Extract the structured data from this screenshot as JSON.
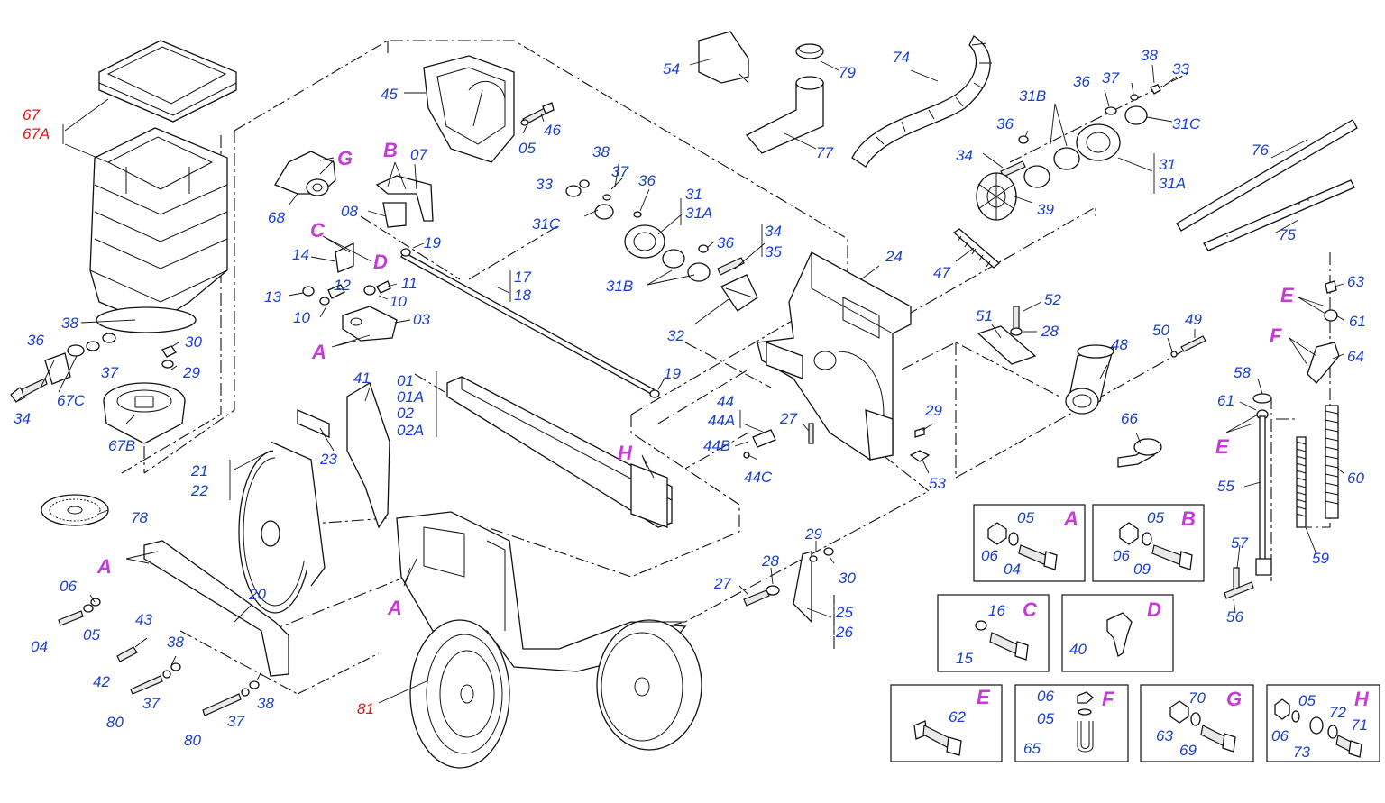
{
  "diagram": {
    "part_labels": {
      "p67": "67",
      "p67A": "67A",
      "p38a": "38",
      "p36a": "36",
      "p37a": "37",
      "p67C": "67C",
      "p34a": "34",
      "p67B": "67B",
      "p30a": "30",
      "p29a": "29",
      "p78": "78",
      "p68": "68",
      "pG": "G",
      "pB": "B",
      "p07": "07",
      "p08": "08",
      "p45": "45",
      "p05a": "05",
      "p46": "46",
      "p54": "54",
      "p79": "79",
      "p77": "77",
      "p74": "74",
      "pC": "C",
      "p14": "14",
      "pD": "D",
      "p19a": "19",
      "p13": "13",
      "p12": "12",
      "p11": "11",
      "p10a": "10",
      "p10b": "10",
      "p03": "03",
      "pA1": "A",
      "p17": "17",
      "p18": "18",
      "p19b": "19",
      "p41": "41",
      "p01": "01",
      "p01A": "01A",
      "p02": "02",
      "p02A": "02A",
      "p23": "23",
      "p21": "21",
      "p22": "22",
      "pA2": "A",
      "p20": "20",
      "p06a": "06",
      "p04a": "04",
      "p05b": "05",
      "p43": "43",
      "p42": "42",
      "p38b": "38",
      "p37b": "37",
      "p80a": "80",
      "p80b": "80",
      "p37c": "37",
      "p38c": "38",
      "pA3": "A",
      "p81": "81",
      "pH": "H",
      "p38d": "38",
      "p37d": "37",
      "p33a": "33",
      "p36b": "36",
      "p31a": "31",
      "p31Aa": "31A",
      "p31Ca": "31C",
      "p31Ba": "31B",
      "p36c": "36",
      "p34b": "34",
      "p35": "35",
      "p32": "32",
      "p44": "44",
      "p44A": "44A",
      "p44B": "44B",
      "p44C": "44C",
      "p27a": "27",
      "p29b": "29",
      "p53": "53",
      "p24": "24",
      "p47": "47",
      "p51": "51",
      "p52": "52",
      "p28a": "28",
      "p31Bb": "31B",
      "p36d": "36",
      "p37e": "37",
      "p38e": "38",
      "p33b": "33",
      "p31Cb": "31C",
      "p36e": "36",
      "p34c": "34",
      "p39": "39",
      "p31b": "31",
      "p31Ab": "31A",
      "p76": "76",
      "p75": "75",
      "p48": "48",
      "p50": "50",
      "p49": "49",
      "p66": "66",
      "p29c": "29",
      "p30b": "30",
      "p28b": "28",
      "p27b": "27",
      "p25": "25",
      "p26": "26",
      "pE1": "E",
      "p63a": "63",
      "p61a": "61",
      "pF1": "F",
      "p64": "64",
      "p58": "58",
      "p61b": "61",
      "pE2": "E",
      "p55": "55",
      "p60": "60",
      "p59": "59",
      "p57": "57",
      "p56": "56"
    },
    "detail_boxes": {
      "A": {
        "letter": "A",
        "labels": [
          "05",
          "06",
          "04"
        ]
      },
      "B": {
        "letter": "B",
        "labels": [
          "05",
          "06",
          "09"
        ]
      },
      "C": {
        "letter": "C",
        "labels": [
          "16",
          "15"
        ]
      },
      "D": {
        "letter": "D",
        "labels": [
          "40"
        ]
      },
      "E": {
        "letter": "E",
        "labels": [
          "62"
        ]
      },
      "F": {
        "letter": "F",
        "labels": [
          "06",
          "05",
          "65"
        ]
      },
      "G": {
        "letter": "G",
        "labels": [
          "70",
          "63",
          "69"
        ]
      },
      "H": {
        "letter": "H",
        "labels": [
          "05",
          "72",
          "06",
          "73",
          "71"
        ]
      }
    }
  }
}
